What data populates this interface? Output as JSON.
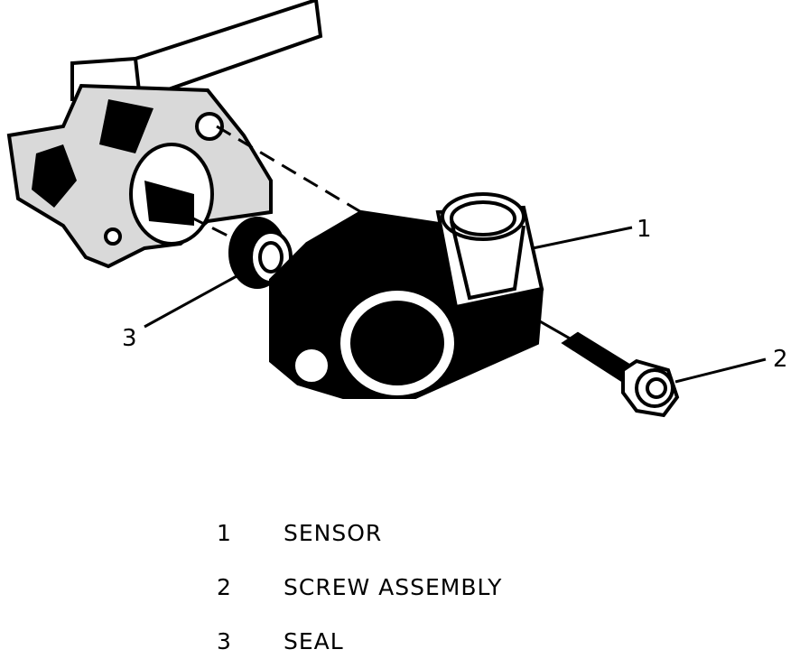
{
  "callouts": {
    "c1": "1",
    "c2": "2",
    "c3": "3"
  },
  "legend": [
    {
      "number": "1",
      "label": "SENSOR"
    },
    {
      "number": "2",
      "label": "SCREW ASSEMBLY"
    },
    {
      "number": "3",
      "label": "SEAL"
    }
  ],
  "colors": {
    "ink": "#000000",
    "paper": "#ffffff"
  }
}
